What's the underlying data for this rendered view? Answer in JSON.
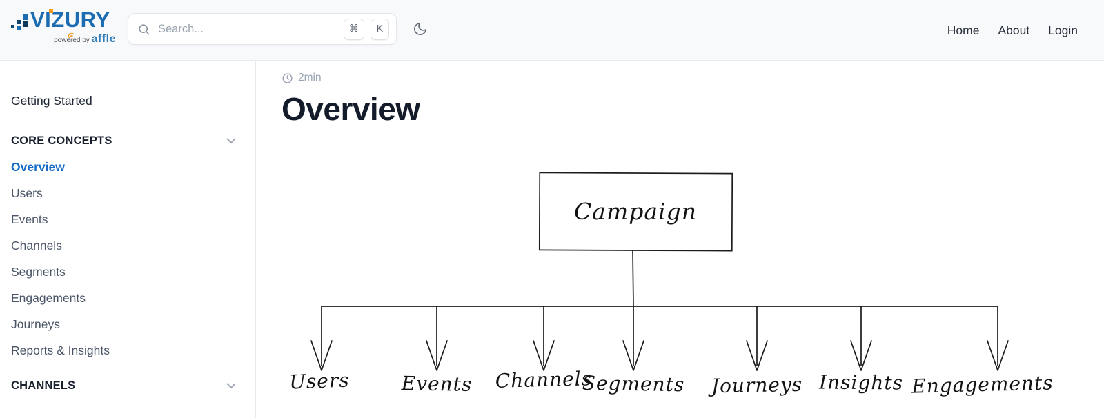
{
  "brand": {
    "wordmark": "VIZURY",
    "powered_by": "powered by",
    "powered_by_brand": "affle"
  },
  "header": {
    "search": {
      "placeholder": "Search...",
      "shortcut_mod": "⌘",
      "shortcut_key": "K"
    },
    "nav": {
      "home": "Home",
      "about": "About",
      "login": "Login"
    }
  },
  "sidebar": {
    "top_link": "Getting Started",
    "sections": [
      {
        "title": "CORE CONCEPTS",
        "items": [
          {
            "label": "Overview",
            "active": true
          },
          {
            "label": "Users"
          },
          {
            "label": "Events"
          },
          {
            "label": "Channels"
          },
          {
            "label": "Segments"
          },
          {
            "label": "Engagements"
          },
          {
            "label": "Journeys"
          },
          {
            "label": "Reports & Insights"
          }
        ]
      },
      {
        "title": "CHANNELS",
        "items": []
      }
    ]
  },
  "content": {
    "read_time": "2min",
    "title": "Overview"
  },
  "diagram": {
    "type": "tree",
    "root": "Campaign",
    "children": [
      "Users",
      "Events",
      "Channels",
      "Segments",
      "Journeys",
      "Insights",
      "Engagements"
    ]
  },
  "colors": {
    "accent_blue": "#146bc5",
    "logo_blue": "#1b6cb0",
    "logo_orange": "#f59b1e",
    "header_bg": "#f8f9fb",
    "text_dark": "#141c2b",
    "sidebar_link_gray": "#4a5568",
    "meta_gray": "#9aa3b2",
    "diagram_stroke": "#1c1c1c"
  }
}
